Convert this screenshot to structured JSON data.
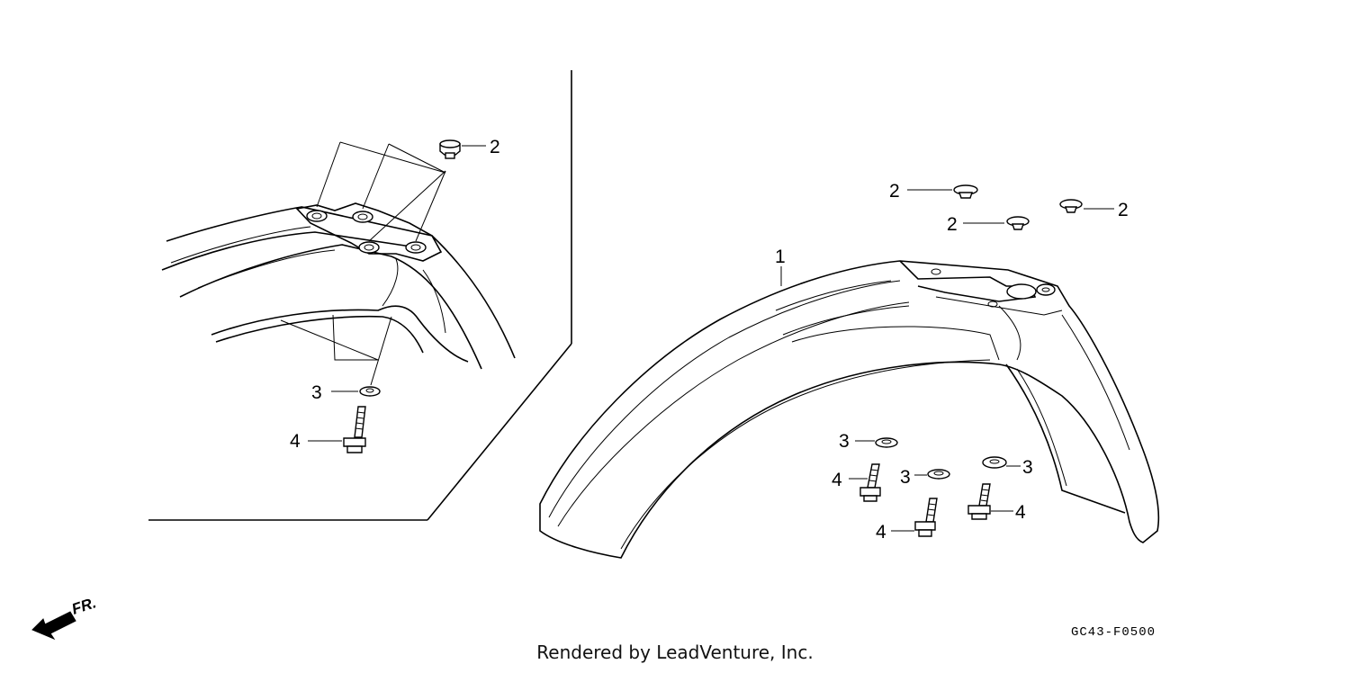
{
  "callouts": {
    "fender": "1",
    "grommet": "2",
    "washer": "3",
    "bolt": "4"
  },
  "direction_label": "FR.",
  "diagram_code": "GC43-F0500",
  "footer": "Rendered by LeadVenture, Inc."
}
